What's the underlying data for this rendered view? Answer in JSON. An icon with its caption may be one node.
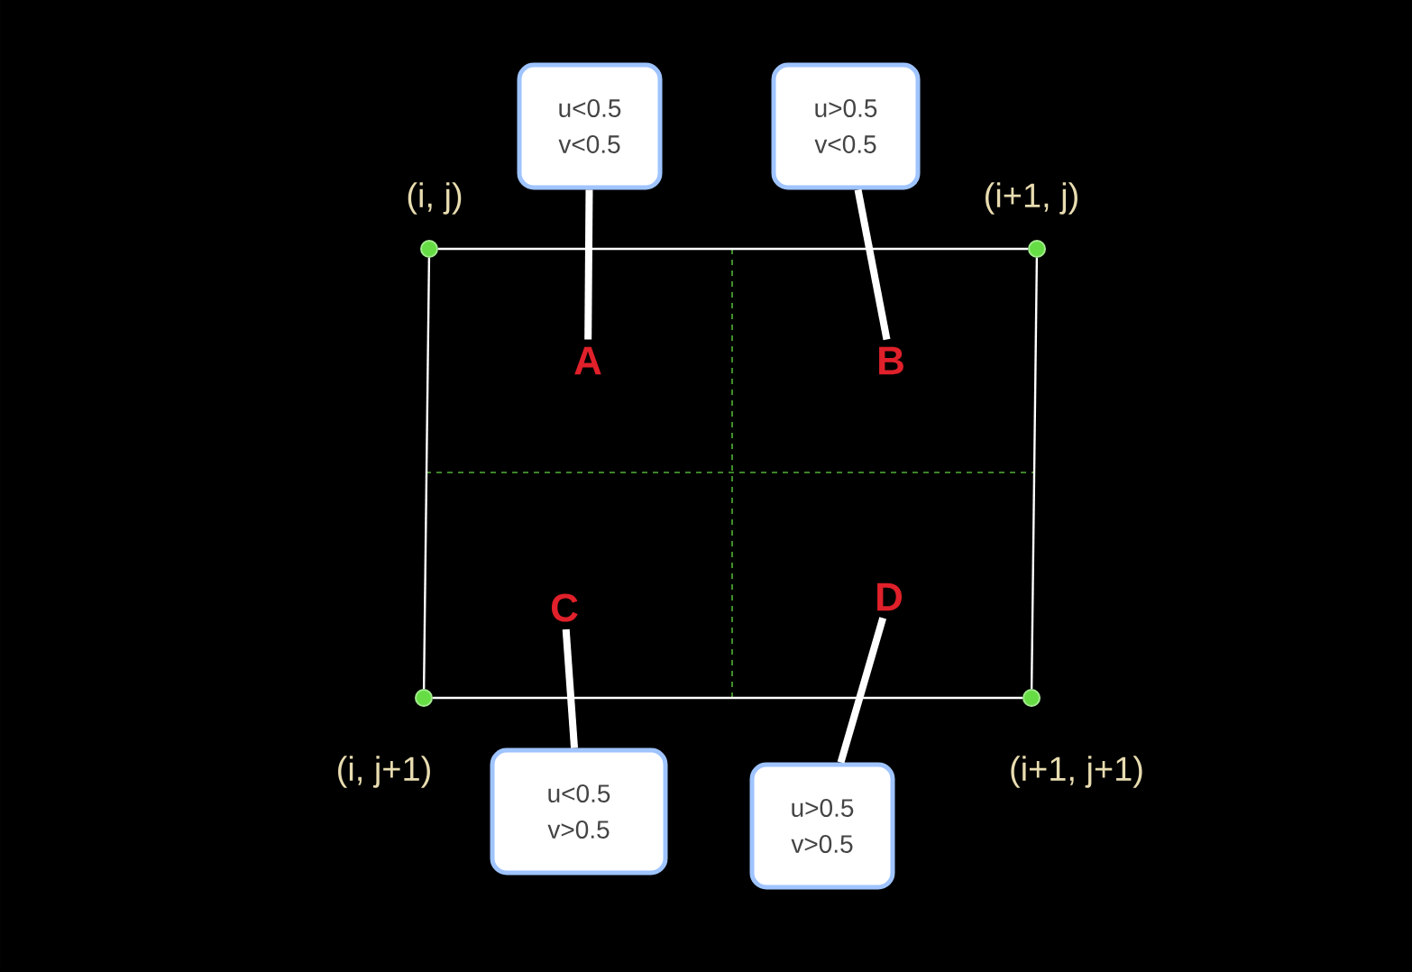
{
  "diagram": {
    "nodes": [
      {
        "text": [
          "(i, j)"
        ]
      },
      {
        "text": [
          "(i+1, j)"
        ]
      },
      {
        "text": [
          "(i, j+1)"
        ]
      },
      {
        "text": [
          "(i+1, j+1)"
        ]
      },
      {
        "text": [
          "u<0.5",
          "v<0.5"
        ]
      },
      {
        "text": [
          "u>0.5",
          "v<0.5"
        ]
      },
      {
        "text": [
          "u<0.5",
          "v>0.5"
        ]
      },
      {
        "text": [
          "u>0.5",
          "v>0.5"
        ]
      },
      {
        "text": [
          "A"
        ]
      },
      {
        "text": [
          "B"
        ]
      },
      {
        "text": [
          "C"
        ]
      },
      {
        "text": [
          "D"
        ]
      }
    ],
    "edges": [
      {
        "from": 0,
        "to": 1,
        "arrow": "none"
      },
      {
        "from": 1,
        "to": 3,
        "arrow": "none"
      },
      {
        "from": 3,
        "to": 2,
        "arrow": "none"
      },
      {
        "from": 2,
        "to": 0,
        "arrow": "none"
      },
      {
        "from": 4,
        "to": 8,
        "arrow": "none",
        "style": "thick"
      },
      {
        "from": 5,
        "to": 9,
        "arrow": "none",
        "style": "thick"
      },
      {
        "from": 6,
        "to": 10,
        "arrow": "none",
        "style": "thick"
      },
      {
        "from": 7,
        "to": 11,
        "arrow": "none",
        "style": "thick"
      }
    ]
  }
}
